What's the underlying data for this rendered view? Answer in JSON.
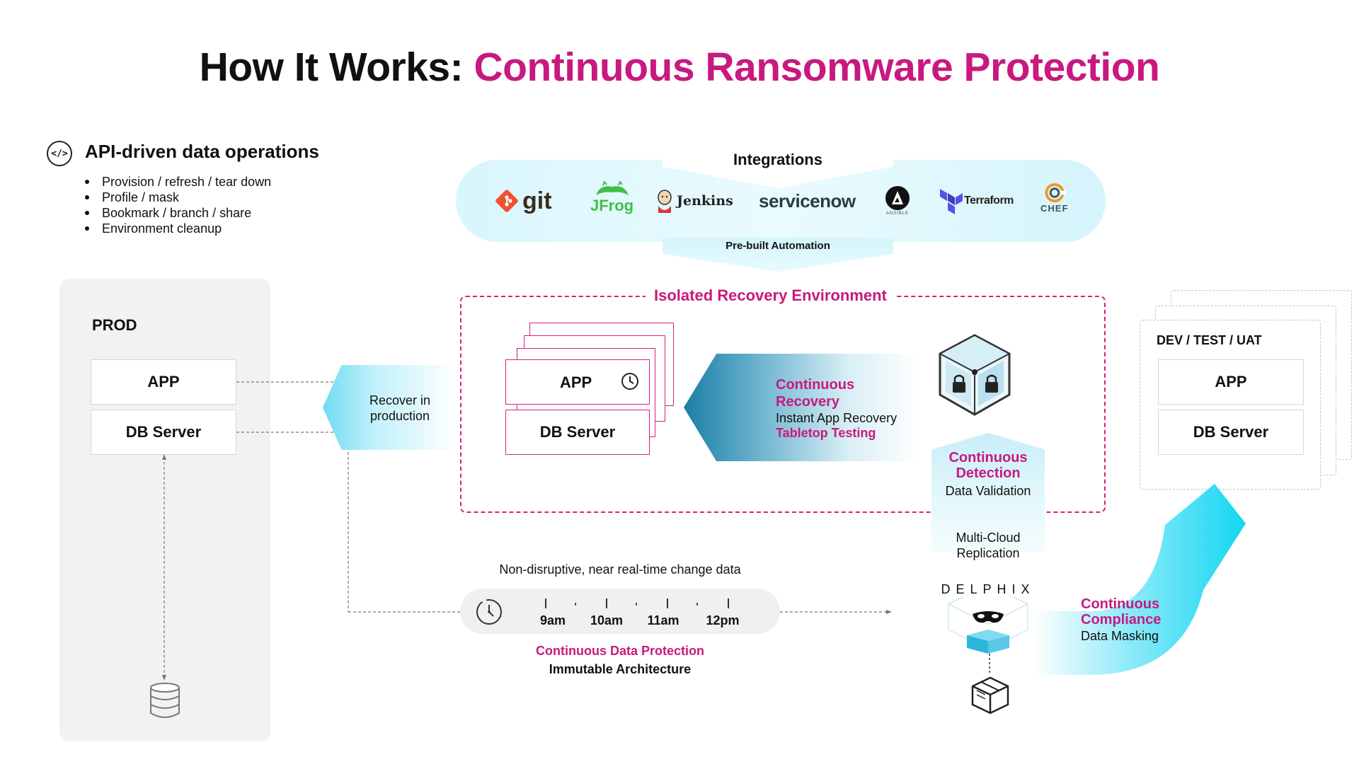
{
  "title": {
    "prefix": "How It Works:",
    "accent": "Continuous Ransomware Protection"
  },
  "api": {
    "icon": "code-brackets-icon",
    "icon_text": "</>",
    "title": "API-driven data operations",
    "items": [
      "Provision / refresh / tear down",
      "Profile / mask",
      "Bookmark / branch / share",
      "Environment cleanup"
    ]
  },
  "integrations": {
    "label": "Integrations",
    "footer": "Pre-built Automation",
    "logos": [
      {
        "name": "git",
        "icon": "git-logo-icon",
        "color": "#f05133"
      },
      {
        "name": "JFrog",
        "icon": "jfrog-logo-icon",
        "color": "#41bf47"
      },
      {
        "name": "Jenkins",
        "icon": "jenkins-logo-icon",
        "color": "#222222"
      },
      {
        "name": "servicenow",
        "icon": "servicenow-logo-icon",
        "color": "#293e40"
      },
      {
        "name": "ANSIBLE",
        "icon": "ansible-logo-icon",
        "color": "#000000"
      },
      {
        "name": "Terraform",
        "icon": "terraform-logo-icon",
        "color": "#5c4ee5"
      },
      {
        "name": "CHEF",
        "icon": "chef-logo-icon",
        "color": "#f09820"
      }
    ]
  },
  "prod": {
    "label": "PROD",
    "app": "APP",
    "db": "DB Server",
    "db_icon": "database-icon"
  },
  "recover": {
    "label": "Recover in production"
  },
  "isolated": {
    "label": "Isolated Recovery Environment",
    "app": "APP",
    "db": "DB Server",
    "app_icon": "clock-icon"
  },
  "recovery": {
    "title": "Continuous Recovery",
    "sub": "Instant App Recovery",
    "sub2": "Tabletop Testing"
  },
  "detection": {
    "icon": "locked-cube-icon",
    "title": "Continuous Detection",
    "sub": "Data Validation",
    "multicloud": "Multi-Cloud Replication"
  },
  "dev": {
    "label": "DEV / TEST / UAT",
    "app": "APP",
    "db": "DB Server"
  },
  "compliance": {
    "title": "Continuous Compliance",
    "sub": "Data Masking"
  },
  "timeline": {
    "caption": "Non-disruptive, near real-time change data",
    "icon": "clock-dashed-icon",
    "ticks": [
      "9am",
      "10am",
      "11am",
      "12pm"
    ],
    "label": "Continuous Data Protection",
    "sub": "Immutable Architecture"
  },
  "delphix": {
    "label": "DELPHIX",
    "icon": "masked-cube-icon",
    "source_icon": "box-icon"
  },
  "colors": {
    "accent": "#c8197f",
    "dashed_border": "#d6217e",
    "cyan": "#13d6f2",
    "teal_dark": "#1a7ea6"
  }
}
